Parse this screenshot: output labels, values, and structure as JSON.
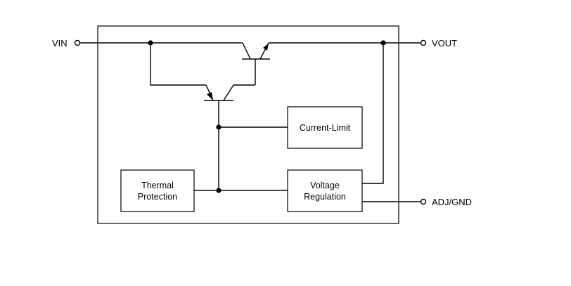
{
  "pins": {
    "vin": "VIN",
    "vout": "VOUT",
    "adj_gnd": "ADJ/GND"
  },
  "blocks": {
    "current_limit": "Current-Limit",
    "thermal_line1": "Thermal",
    "thermal_line2": "Protection",
    "voltage_line1": "Voltage",
    "voltage_line2": "Regulation"
  }
}
